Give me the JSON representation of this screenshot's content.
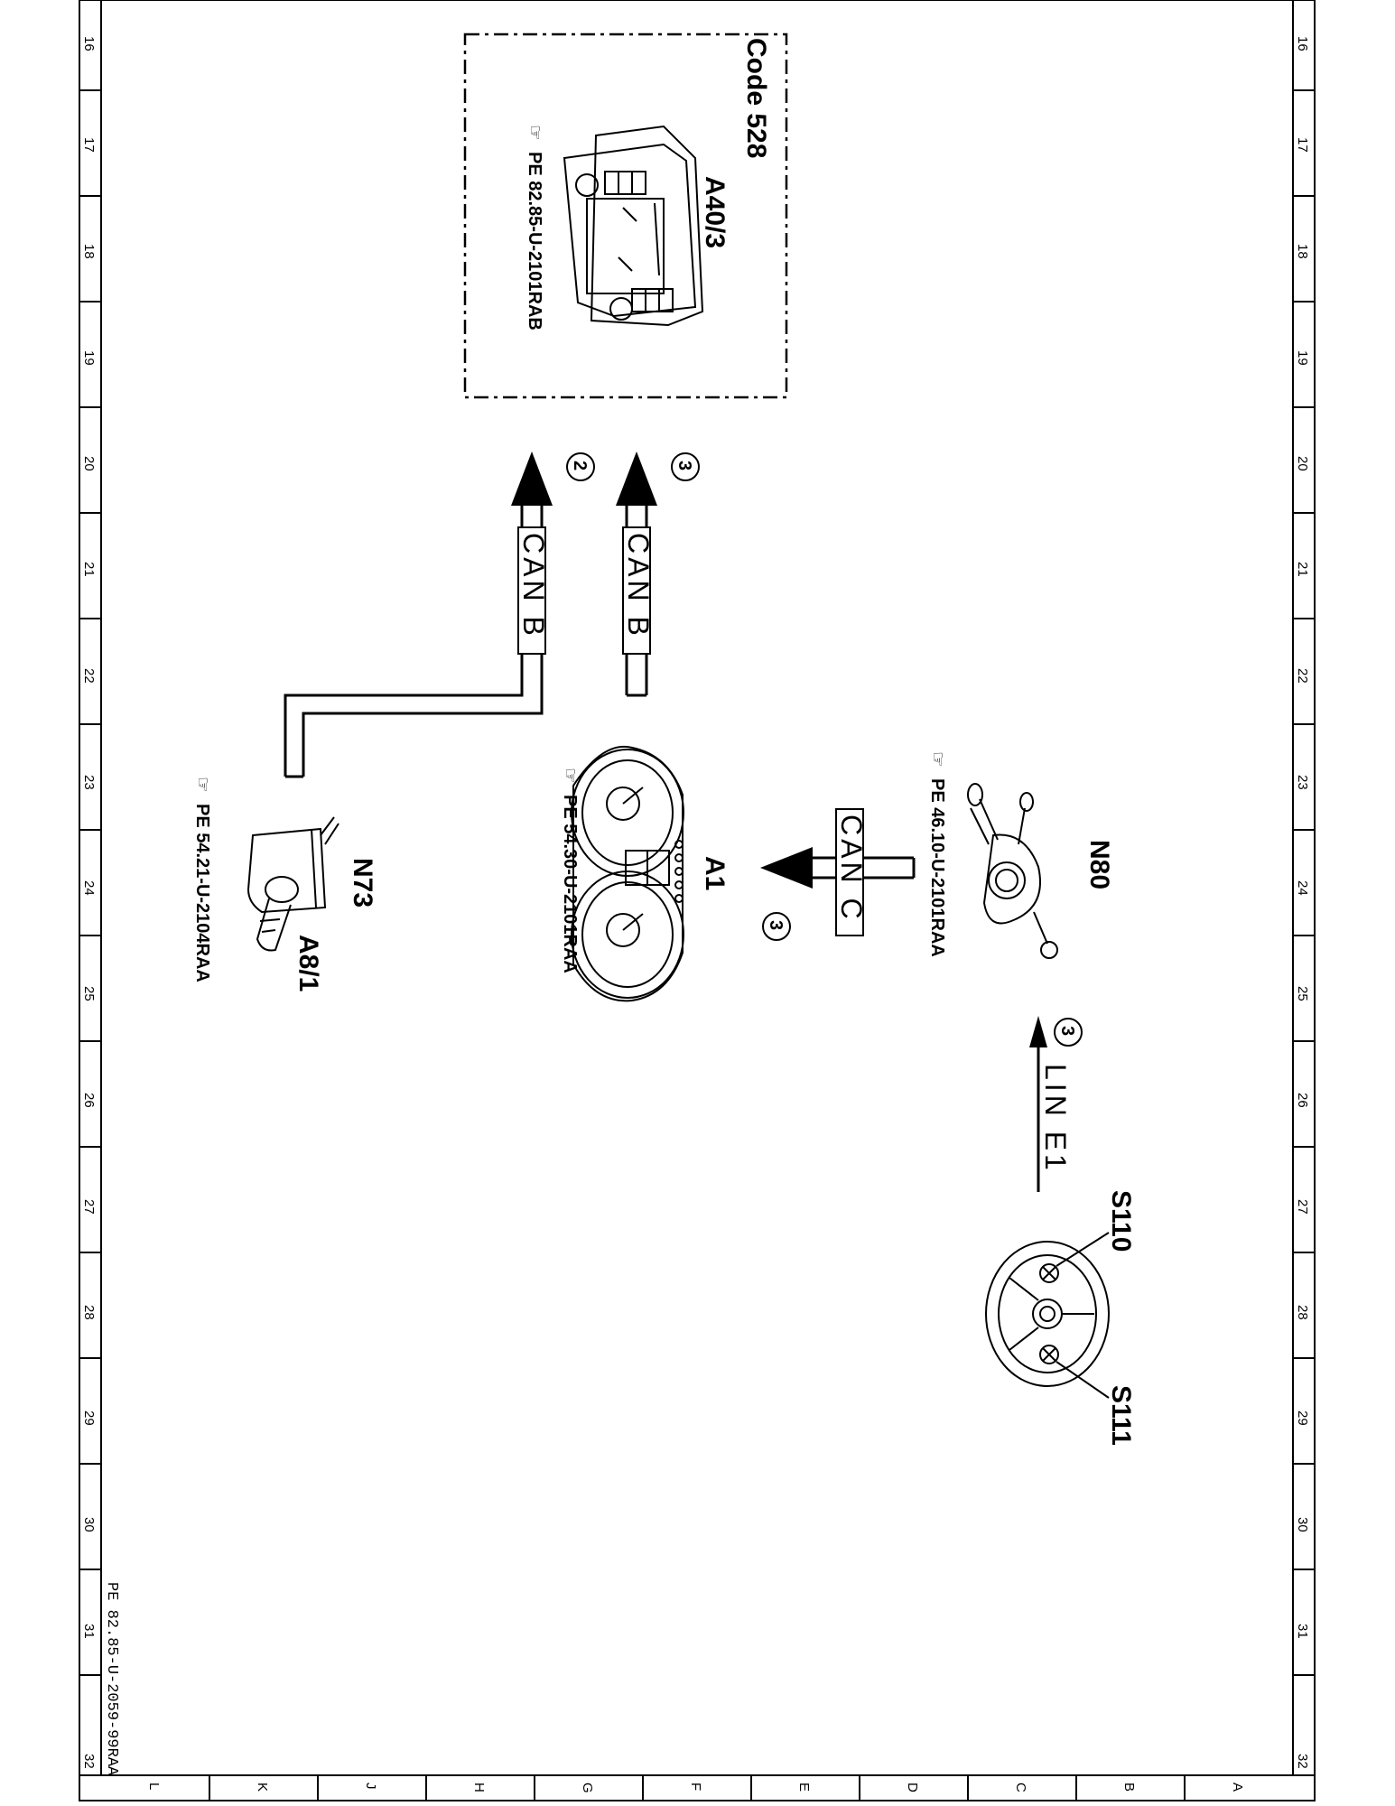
{
  "frame": {
    "row_numbers": [
      "16",
      "17",
      "18",
      "19",
      "20",
      "21",
      "22",
      "23",
      "24",
      "25",
      "26",
      "27",
      "28",
      "29",
      "30",
      "31",
      "32"
    ],
    "column_letters": [
      "L",
      "K",
      "J",
      "H",
      "G",
      "F",
      "E",
      "D",
      "C",
      "B",
      "A"
    ]
  },
  "footer_code": "PE 82.85-U-2059-99RAA",
  "option_box": {
    "label": "Code 528"
  },
  "components": {
    "a40_3": {
      "id": "A40/3",
      "ref": "PE 82.85-U-2101RAB"
    },
    "a1": {
      "id": "A1",
      "ref": "PE 54.30-U-2101RAA"
    },
    "n80": {
      "id": "N80",
      "ref": "PE 46.10-U-2101RAA"
    },
    "n73": {
      "id": "N73",
      "ref": "PE 54.21-U-2104RAA",
      "sub_id": "A8/1"
    },
    "s110": {
      "id": "S110"
    },
    "s111": {
      "id": "S111"
    }
  },
  "buses": {
    "can_b_left": {
      "label": "CAN B",
      "circle": "2"
    },
    "can_b_right": {
      "label": "CAN B",
      "circle": "3"
    },
    "can_c": {
      "label": "CAN C",
      "circle": "3"
    },
    "lin_e1": {
      "label": "LIN E1",
      "circle": "3"
    }
  },
  "icons": {
    "ref_marker": "pointing-hand-icon"
  }
}
